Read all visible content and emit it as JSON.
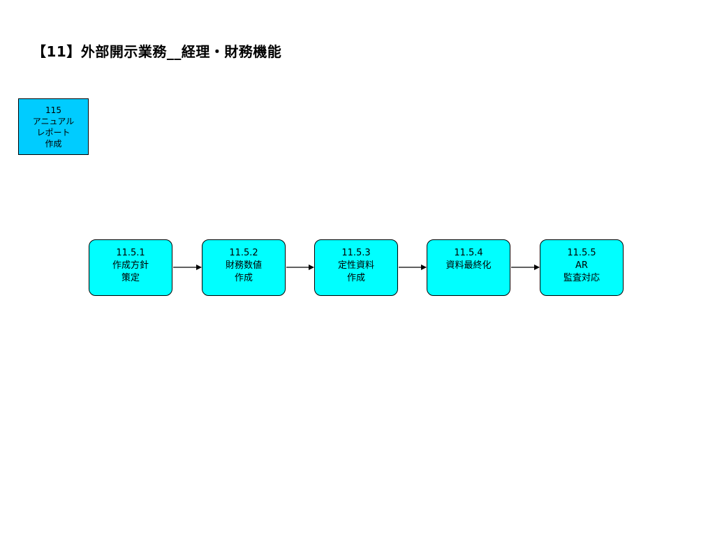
{
  "title": "【11】外部開示業務__経理・財務機能",
  "category": {
    "lines": [
      "115",
      "アニュアル",
      "レポート",
      "作成"
    ]
  },
  "processes": [
    {
      "lines": [
        "11.5.1",
        "作成方針",
        "策定"
      ]
    },
    {
      "lines": [
        "11.5.2",
        "財務数値",
        "作成"
      ]
    },
    {
      "lines": [
        "11.5.3",
        "定性資料",
        "作成"
      ]
    },
    {
      "lines": [
        "11.5.4",
        "資料最終化"
      ]
    },
    {
      "lines": [
        "11.5.5",
        "AR",
        "監査対応"
      ]
    }
  ],
  "colors": {
    "category_fill": "#00ccff",
    "process_fill": "#00ffff",
    "border": "#000000"
  }
}
